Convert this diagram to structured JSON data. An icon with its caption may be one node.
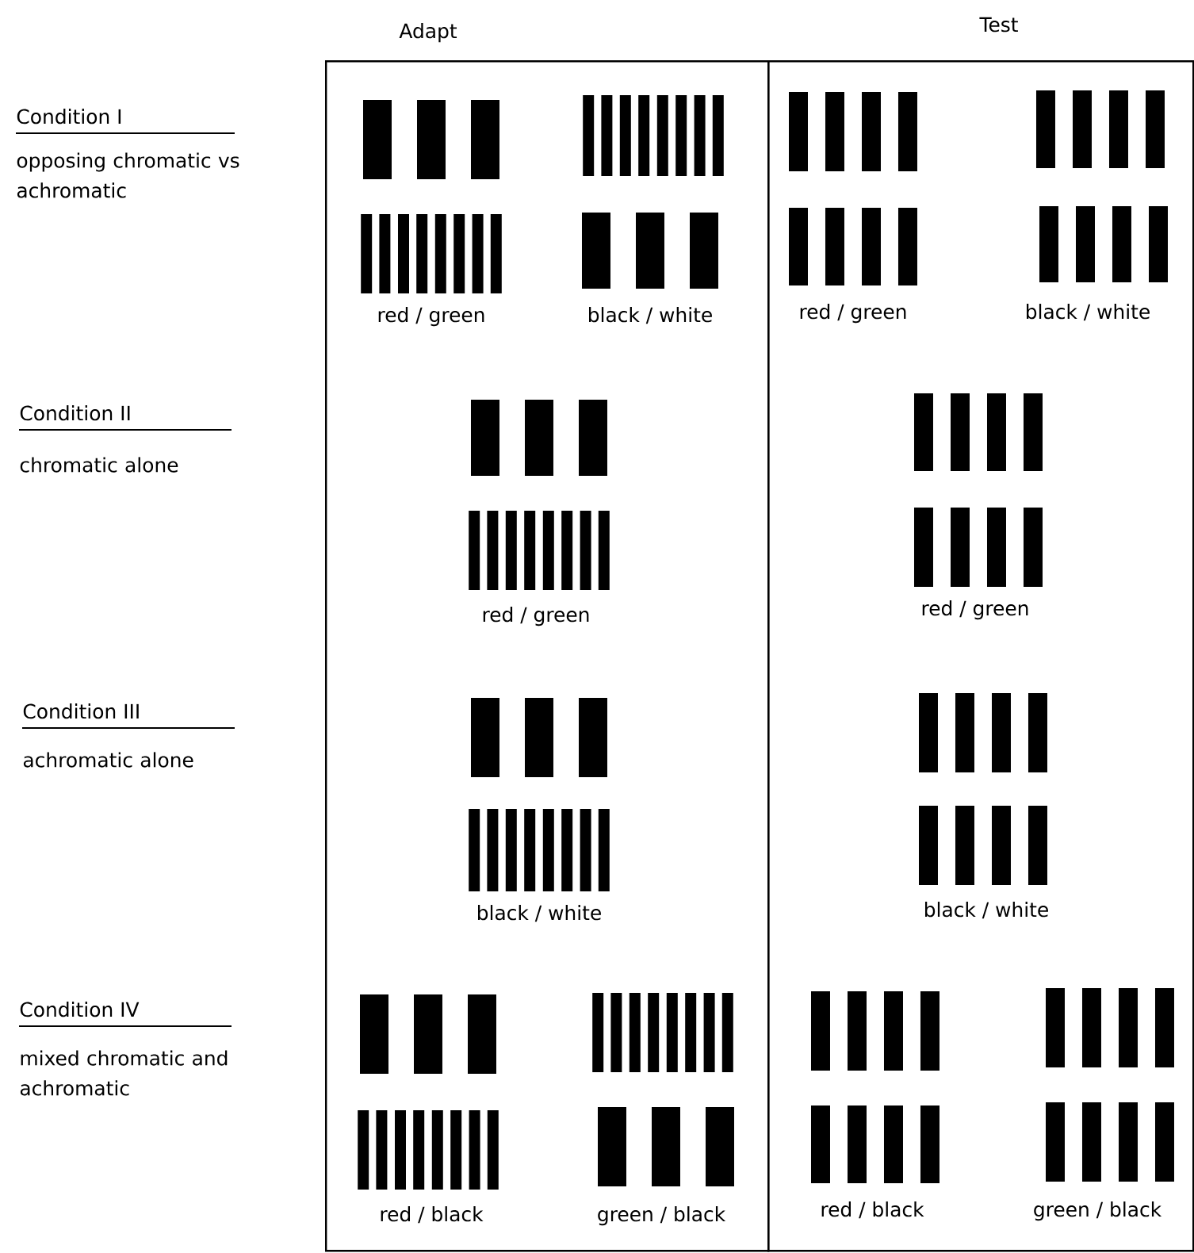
{
  "diagram": {
    "nodes": [
      {
        "text": [
          "Adapt"
        ]
      },
      {
        "text": [
          "Test"
        ]
      }
    ],
    "labels": [
      "Condition I",
      "opposing chromatic vs achromatic",
      "red / green",
      "black / white",
      "red / green",
      "black / white",
      "Condition II",
      "chromatic alone",
      "red / green",
      "red / green",
      "Condition III",
      "achromatic alone",
      "black / white",
      "black / white",
      "Condition IV",
      "mixed chromatic and achromatic",
      "red / black",
      "green / black",
      "red / black",
      "green / black"
    ]
  }
}
